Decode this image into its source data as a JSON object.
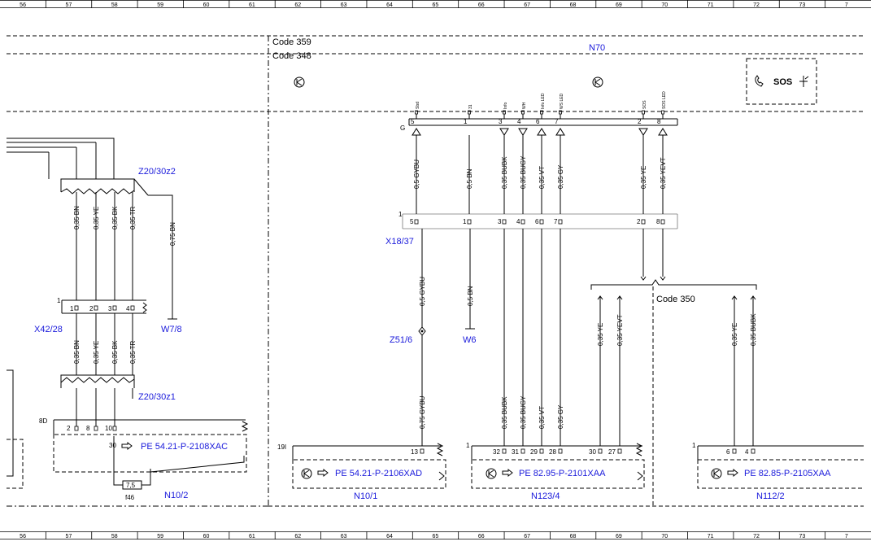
{
  "ruler": [
    "56",
    "57",
    "58",
    "59",
    "60",
    "61",
    "62",
    "63",
    "64",
    "65",
    "66",
    "67",
    "68",
    "69",
    "70",
    "71",
    "72",
    "73",
    "7"
  ],
  "codes": {
    "c359": "Code 359",
    "c348": "Code 348",
    "c350": "Code 350"
  },
  "components": {
    "n70": "N70",
    "z20_30z2": "Z20/30z2",
    "z20_30z1": "Z20/30z1",
    "x42_28": "X42/28",
    "w7_8": "W7/8",
    "x18_37": "X18/37",
    "z51_6": "Z51/6",
    "w6": "W6",
    "n10_2": "N10/2",
    "n10_1": "N10/1",
    "n123_4": "N123/4",
    "n112_2": "N112/2",
    "f46": "f46",
    "fuse_value": "7,5"
  },
  "connectors": {
    "g": "G",
    "c8d": "8D",
    "c19i": "19I",
    "one": "1",
    "c30": "30"
  },
  "sos_label": "SOS",
  "references": {
    "r2108": "PE 54.21-P-2108XAC",
    "r2106": "PE 54.21-P-2106XAD",
    "r2101": "PE 82.95-P-2101XAA",
    "r2105": "PE 82.85-P-2105XAA"
  },
  "n70_pins": [
    {
      "num": "5",
      "sig": "Sbd"
    },
    {
      "num": "1",
      "sig": "31"
    },
    {
      "num": "3",
      "sig": "Info"
    },
    {
      "num": "4",
      "sig": "WH"
    },
    {
      "num": "6",
      "sig": "Info LED"
    },
    {
      "num": "7",
      "sig": "WS LED"
    },
    {
      "num": "2",
      "sig": "SOS"
    },
    {
      "num": "8",
      "sig": "SOS LED"
    }
  ],
  "x18_pins": [
    "5",
    "1",
    "3",
    "4",
    "6",
    "7",
    "2",
    "8"
  ],
  "x42_pins": [
    "1",
    "2",
    "3",
    "4"
  ],
  "n10_2_pins": [
    "2",
    "8",
    "10"
  ],
  "n10_1_pins": [
    "13"
  ],
  "n123_pins": [
    "32",
    "31",
    "29",
    "28",
    "30",
    "27"
  ],
  "n112_pins": [
    "6",
    "4"
  ],
  "wires": {
    "upper_gybu": "0,5 GYBU",
    "upper_bn": "0,5 BN",
    "upper_bubk": "0,35 BUBK",
    "upper_bugy": "0,35 BUGY",
    "upper_vt": "0,35 VT",
    "upper_gy": "0,35 GY",
    "upper_ye": "0,35 YE",
    "upper_yevt": "0,35 YEVT",
    "mid_gybu": "0,5 GYBU",
    "mid_bn": "0,5 BN",
    "low_gybu": "0,75 GYBU",
    "low_bubk": "0,35 BUBK",
    "low_bugy": "0,35 BUGY",
    "low_vt": "0,35 VT",
    "low_gy": "0,35 GY",
    "low_ye": "0,35 YE",
    "low_yevt": "0,35 YEVT",
    "n112_ye": "0,35 YE",
    "n112_bubk": "0,35 BUBK",
    "z2_bn": "0,35 BN",
    "z2_ye": "0,35 YE",
    "z2_bk": "0,35 BK",
    "z2_tr": "0,35 TR",
    "z2_075bn": "0,75 BN",
    "z1_bn": "0,35 BN",
    "z1_ye": "0,35 YE",
    "z1_bk": "0,35 BK",
    "z1_tr": "0,35 TR"
  }
}
